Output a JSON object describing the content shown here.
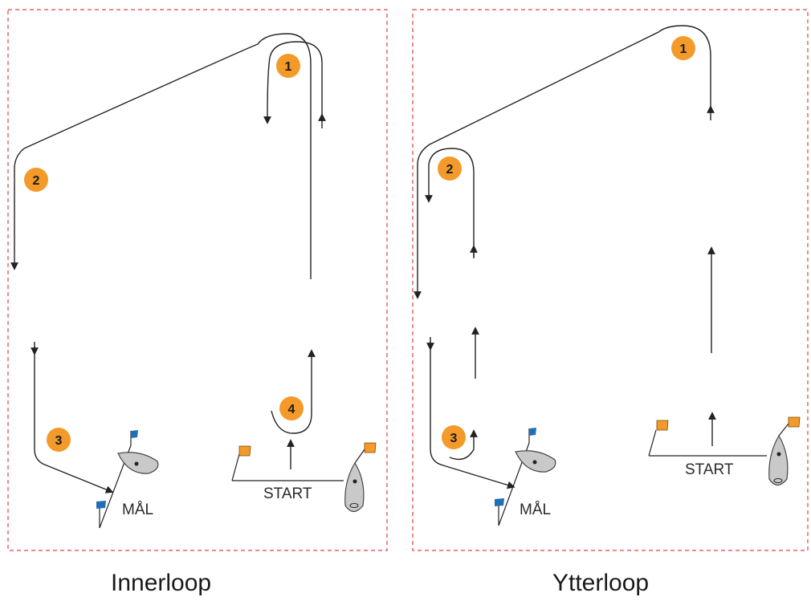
{
  "panels": {
    "inner": {
      "title": "Innerloop",
      "finish_label": "MÅL",
      "start_label": "START",
      "marks": [
        "1",
        "2",
        "3",
        "4"
      ]
    },
    "outer": {
      "title": "Ytterloop",
      "finish_label": "MÅL",
      "start_label": "START",
      "marks": [
        "1",
        "2",
        "3"
      ]
    }
  },
  "colors": {
    "frame": "#e0443e",
    "mark": "#f39a2b",
    "finish_flag": "#1f6fb5",
    "start_flag": "#f39a2b",
    "boat": "#c9c9c9",
    "line": "#222222"
  }
}
